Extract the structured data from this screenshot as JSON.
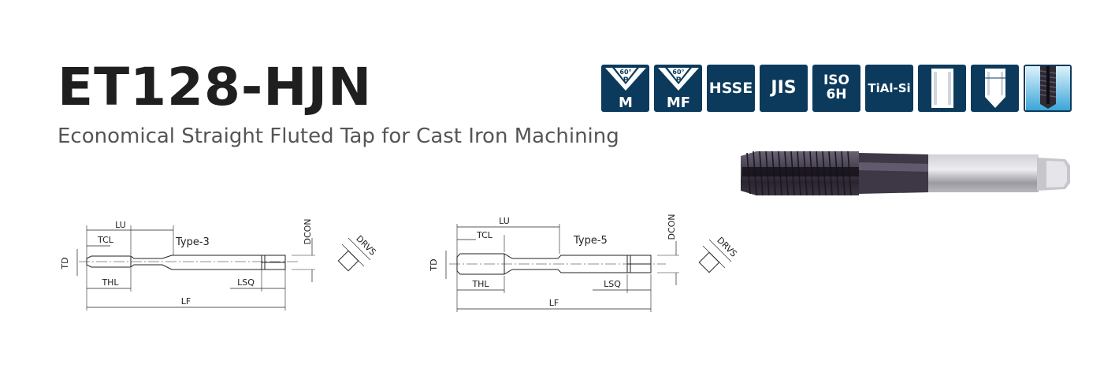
{
  "product": {
    "code": "ET128-HJN",
    "description": "Economical Straight Fluted Tap for Cast Iron Machining"
  },
  "badges": [
    {
      "icon": "thread-profile-icon",
      "angle": "60°",
      "pitch": "P",
      "label": "M"
    },
    {
      "icon": "thread-profile-icon",
      "angle": "60°",
      "pitch": "P",
      "label": "MF"
    },
    {
      "label": "HSSE"
    },
    {
      "label": "JIS"
    },
    {
      "line1": "ISO",
      "line2": "6H"
    },
    {
      "label": "TiAl-Si"
    },
    {
      "icon": "straight-shank-icon"
    },
    {
      "icon": "point-tap-icon"
    },
    {
      "icon": "coated-tap-icon"
    }
  ],
  "colors": {
    "badge_bg": "#0c3a5c",
    "title": "#1f1f1f",
    "subtitle": "#555555",
    "coating": "#3a3248",
    "shank": "#b8b8bc"
  },
  "diagrams": [
    {
      "type_label": "Type-3",
      "labels": {
        "lu": "LU",
        "tcl": "TCL",
        "td": "TD",
        "thl": "THL",
        "lsq": "LSQ",
        "lf": "LF",
        "dcon": "DCON",
        "drvs": "DRVS"
      }
    },
    {
      "type_label": "Type-5",
      "labels": {
        "lu": "LU",
        "tcl": "TCL",
        "td": "TD",
        "thl": "THL",
        "lsq": "LSQ",
        "lf": "LF",
        "dcon": "DCON",
        "drvs": "DRVS"
      }
    }
  ]
}
